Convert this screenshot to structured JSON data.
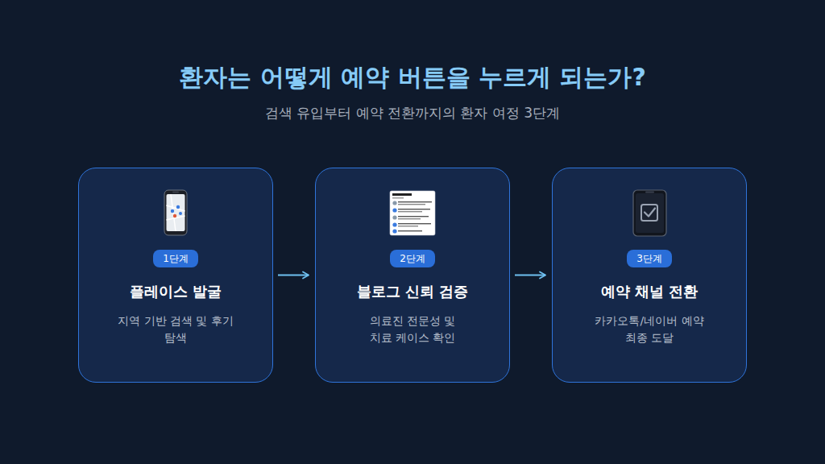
{
  "diagram": {
    "title": "환자는 어떻게 예약 버튼을 누르게 되는가?",
    "caption": "검색 유입부터 예약 전환까지의 환자 여정 3단계",
    "nodes": [
      {
        "text": [
          "플레이스 발굴",
          "지역 기반 검색 및 후기 탐색"
        ]
      },
      {
        "text": [
          "1단계"
        ],
        "in": 0
      },
      {
        "text": [
          "블로그 신뢰 검증",
          "의료진 전문성 및 치료 케이스 확인"
        ]
      },
      {
        "text": [
          "2단계"
        ],
        "in": 2
      },
      {
        "text": [
          "예약 채널 전환",
          "카카오톡/네이버 예약 최종 도달"
        ]
      },
      {
        "text": [
          "3단계"
        ],
        "in": 4
      }
    ],
    "edges": [
      {
        "from": 0,
        "to": 2,
        "arrow": "to"
      },
      {
        "from": 2,
        "to": 4,
        "arrow": "to"
      }
    ]
  }
}
